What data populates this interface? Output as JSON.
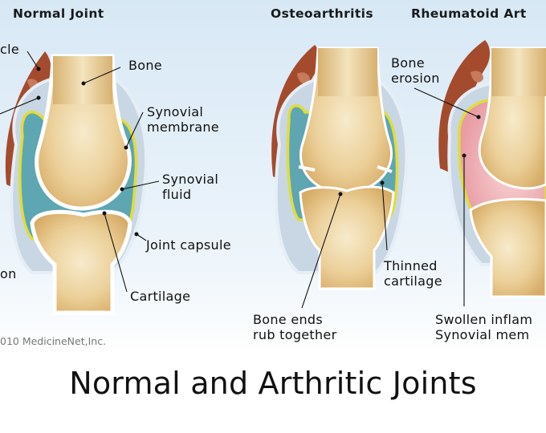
{
  "headers": {
    "normal": "Normal Joint",
    "osteo": "Osteoarthritis",
    "rheumatoid": "Rheumatoid Art"
  },
  "labels": {
    "muscle": "cle",
    "bone": "Bone",
    "synovial_membrane": "Synovial\nmembrane",
    "synovial_fluid": "Synovial\nfluid",
    "joint_capsule": "Joint capsule",
    "cartilage": "Cartilage",
    "left_partial": "on",
    "bone_erosion": "Bone\nerosion",
    "thinned_cartilage": "Thinned\ncartilage",
    "bone_ends": "Bone ends\nrub together",
    "swollen": "Swollen inflam\nSynovial mem"
  },
  "copyright": "010 MedicineNet,Inc.",
  "title": "Normal and Arthritic Joints",
  "colors": {
    "background_top": "#dbeaf6",
    "bone_fill": "#e6c78f",
    "bone_center": "#f6e8c6",
    "synovial_fluid": "#5fa7b3",
    "membrane_yellow": "#e7df3a",
    "muscle": "#a24a2c",
    "capsule": "#c2d2de",
    "inflamed": "#f1bcc0"
  }
}
